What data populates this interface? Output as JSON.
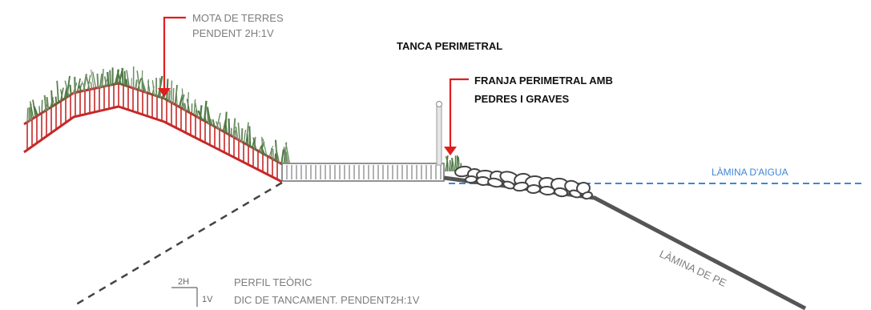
{
  "labels": {
    "mota_line1": "MOTA DE TERRES",
    "mota_line2": "PENDENT 2H:1V",
    "tanca": "TANCA PERIMETRAL",
    "franja_line1": "FRANJA PERIMETRAL AMB",
    "franja_line2": "PEDRES I GRAVES",
    "lamina_aigua": "LÀMINA D'AIGUA",
    "lamina_pe": "LÀMINA DE PE",
    "perfil_line1": "PERFIL TEÒRIC",
    "perfil_line2": "DIC DE TANCAMENT. PENDENT2H:1V",
    "slope_h": "2H",
    "slope_v": "1V"
  },
  "colors": {
    "embankment_red": "#c62828",
    "arrow_red": "#e11d1d",
    "water_blue": "#3f86d6",
    "ground_gray": "#555555",
    "vegetation_green": "#4f7a45"
  }
}
